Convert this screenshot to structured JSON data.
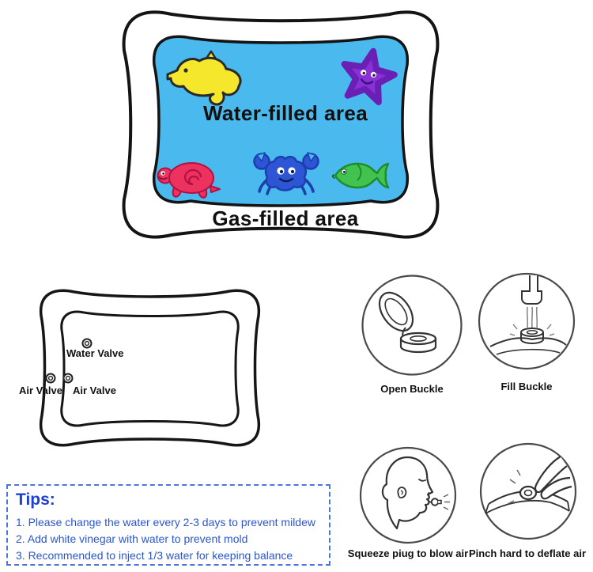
{
  "mat_top": {
    "water_area_label": "Water-filled area",
    "gas_area_label": "Gas-filled area",
    "creature_icons": [
      "seahorse-icon",
      "starfish-icon",
      "turtle-icon",
      "crab-icon",
      "fish-icon"
    ]
  },
  "mat_valves": {
    "water_valve_label": "Water Valve",
    "air_valve_label_1": "Air Valve",
    "air_valve_label_2": "Air Valve"
  },
  "steps": [
    {
      "icon": "open-buckle-icon",
      "label": "Open Buckle"
    },
    {
      "icon": "fill-buckle-icon",
      "label": "Fill Buckle"
    },
    {
      "icon": "blow-air-icon",
      "label": "Squeeze piug to blow air"
    },
    {
      "icon": "deflate-air-icon",
      "label": "Pinch hard to deflate air"
    }
  ],
  "tips": {
    "title": "Tips:",
    "items": [
      "1. Please change the water every 2-3 days to prevent mildew",
      "2. Add white vinegar with water to prevent mold",
      "3. Recommended to inject 1/3 water for keeping balance"
    ]
  },
  "colors": {
    "water_blue": "#4ab9ee",
    "seahorse_yellow": "#f5e82c",
    "starfish_purple": "#8a30d8",
    "turtle_red": "#ee3260",
    "crab_blue": "#2e55d6",
    "fish_green": "#42c24f",
    "outline_black": "#141414",
    "tips_text_blue": "#2b55cf",
    "tips_border_blue": "#4e74dd"
  }
}
